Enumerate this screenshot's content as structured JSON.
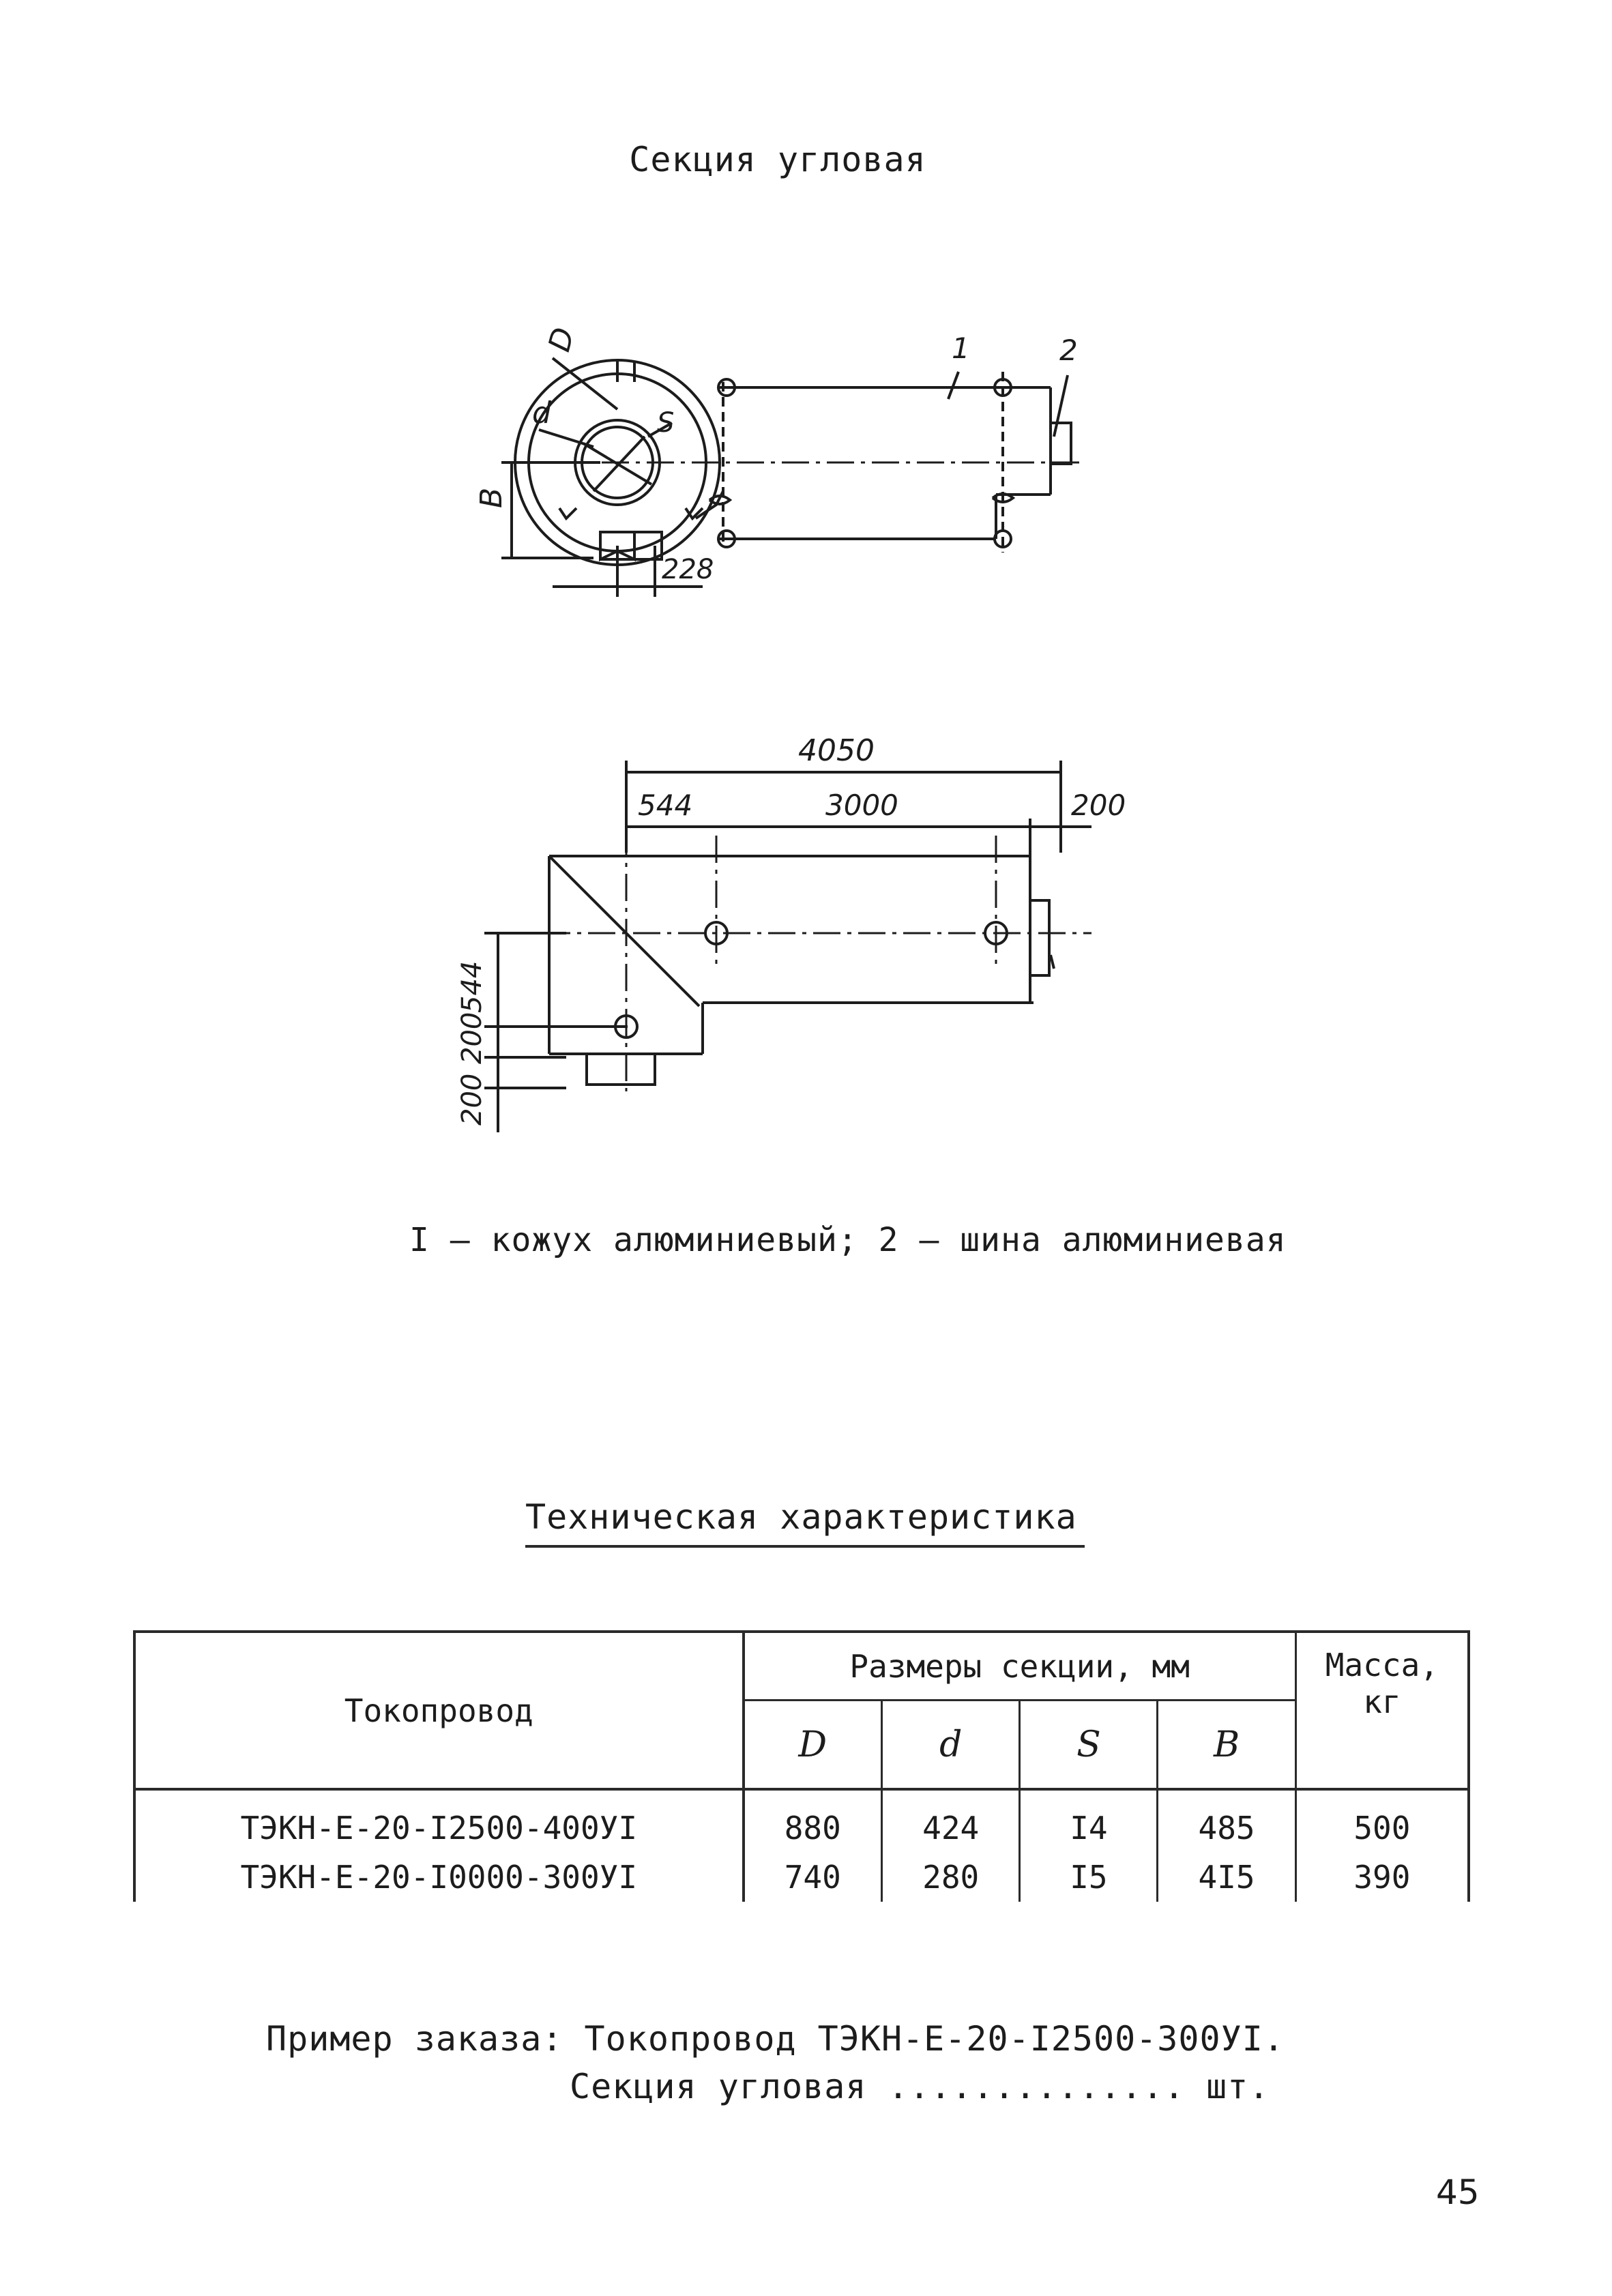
{
  "title": "Секция угловая",
  "figure1": {
    "dim_228": "228",
    "label_D": "D",
    "label_d": "d",
    "label_S": "S",
    "label_B": "B",
    "callout_1": "1",
    "callout_2": "2"
  },
  "figure2": {
    "dim_4050": "4050",
    "dim_544_top": "544",
    "dim_3000": "3000",
    "dim_200_right": "200",
    "dim_544_side": "544",
    "dim_200_a": "200",
    "dim_200_b": "200"
  },
  "legend": "I – кожух алюминиевый; 2 – шина алюминиевая",
  "spec": {
    "heading": "Техническая характеристика",
    "col_tokoprovod": "Токопровод",
    "col_sizes": "Размеры секции, мм",
    "col_mass": "Масса, кг",
    "sub_D": "D",
    "sub_d": "d",
    "sub_S": "S",
    "sub_B": "B",
    "rows": [
      {
        "name": "ТЭКН-Е-20-I2500-400УI",
        "D": "880",
        "d": "424",
        "S": "I4",
        "B": "485",
        "mass": "500"
      },
      {
        "name": "ТЭКН-Е-20-I0000-300УI",
        "D": "740",
        "d": "280",
        "S": "I5",
        "B": "4I5",
        "mass": "390"
      }
    ]
  },
  "order_line1": "Пример заказа: Токопровод ТЭКН-Е-20-I2500-300УI.",
  "order_line2": "Секция угловая .............. шт.",
  "page_number": "45"
}
